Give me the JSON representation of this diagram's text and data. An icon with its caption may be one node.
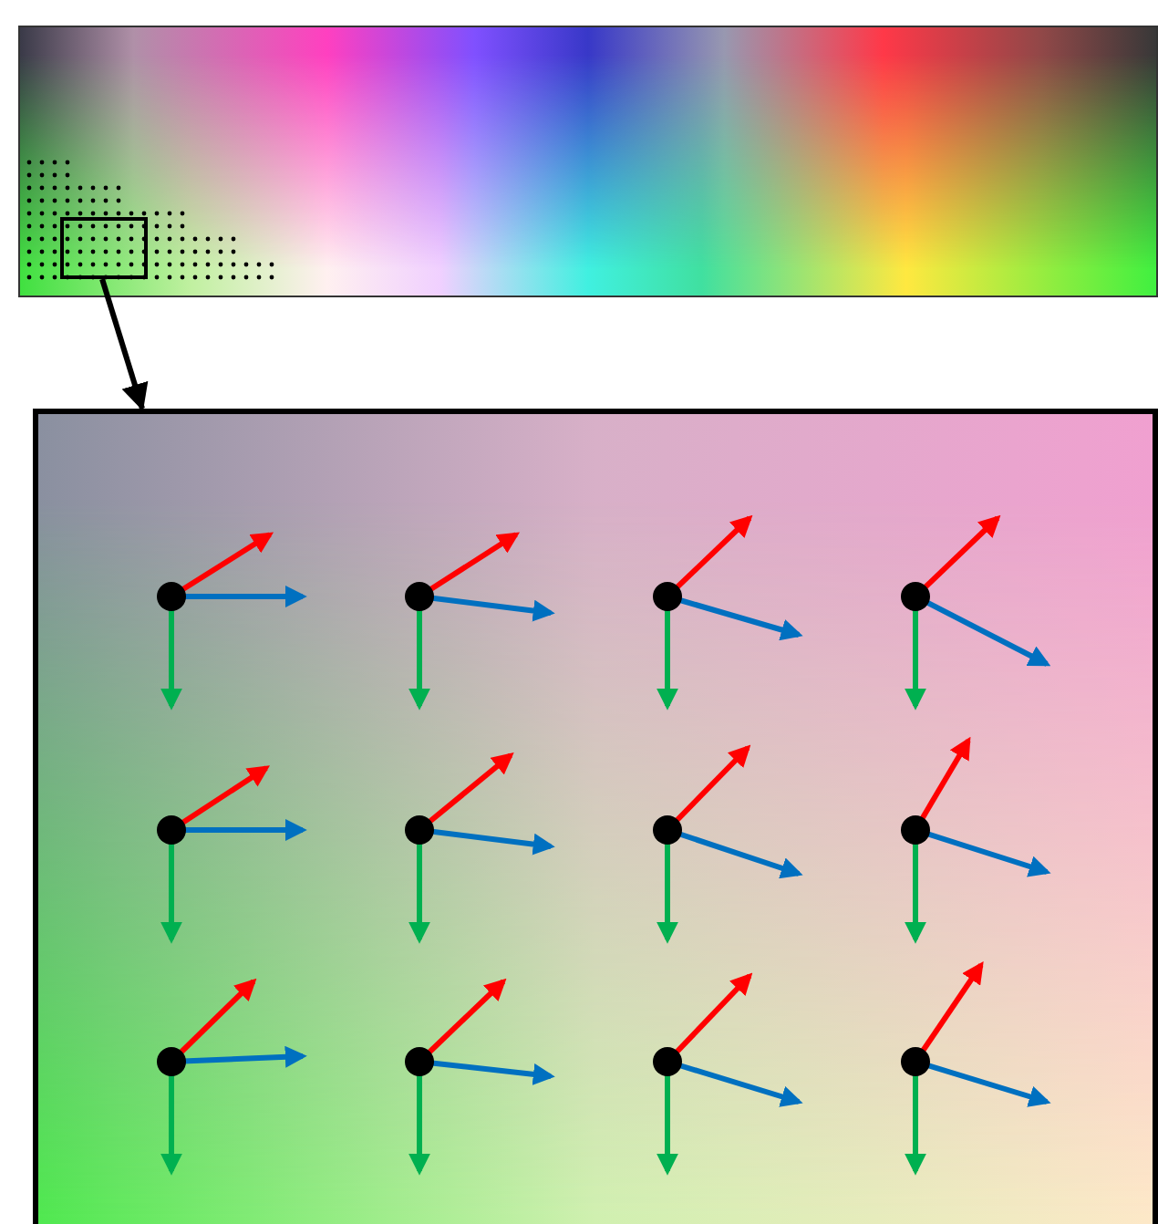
{
  "diagram": {
    "nodes": [
      {
        "text": [],
        "shape": "picture"
      },
      {
        "text": [],
        "shape": "box",
        "in": 0
      },
      {
        "text": [],
        "shape": "picture"
      }
    ],
    "edges": [
      {
        "from": 1,
        "to": 2,
        "arrow": "to"
      }
    ]
  }
}
